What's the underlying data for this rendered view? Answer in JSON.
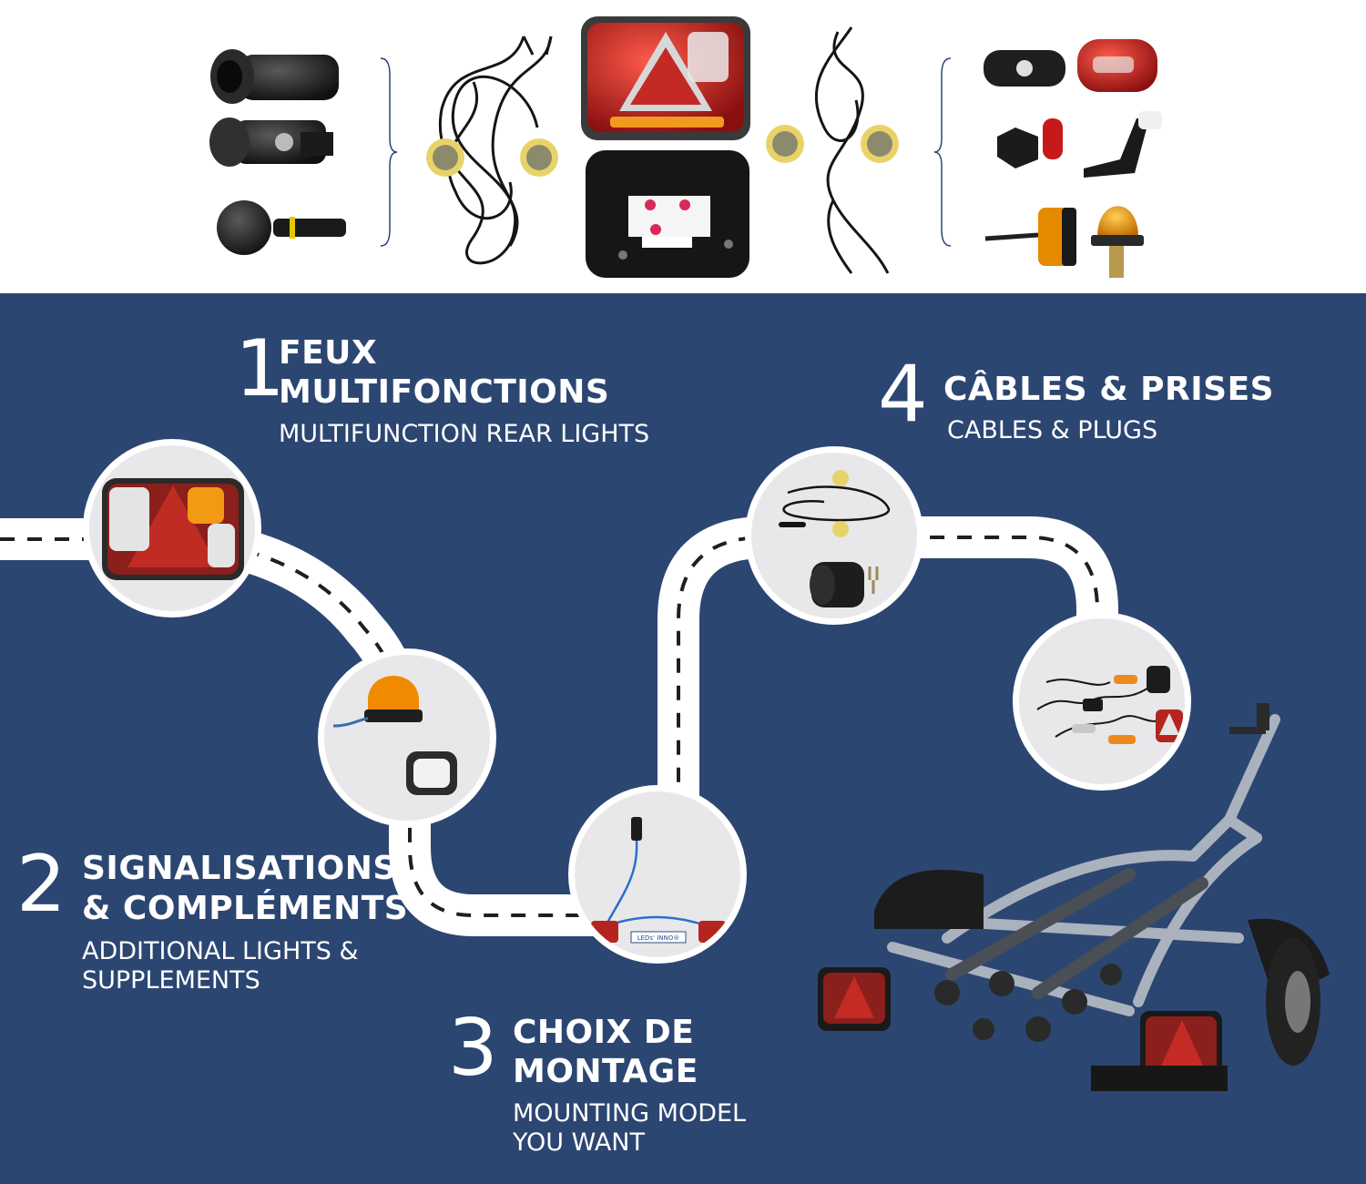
{
  "steps": [
    {
      "number": "1",
      "title_line1": "FEUX",
      "title_line2": "MULTIFONCTIONS",
      "subtitle_line1": "MULTIFUNCTION REAR LIGHTS",
      "subtitle_line2": ""
    },
    {
      "number": "2",
      "title_line1": "SIGNALISATIONS",
      "title_line2": "& COMPLÉMENTS",
      "subtitle_line1": "ADDITIONAL LIGHTS &",
      "subtitle_line2": "SUPPLEMENTS"
    },
    {
      "number": "3",
      "title_line1": "CHOIX DE",
      "title_line2": "MONTAGE",
      "subtitle_line1": "MOUNTING MODEL",
      "subtitle_line2": "YOU WANT"
    },
    {
      "number": "4",
      "title_line1": "CÂBLES & PRISES",
      "title_line2": "",
      "subtitle_line1": "CABLES & PLUGS",
      "subtitle_line2": ""
    }
  ],
  "product_labels": {
    "leds_inno_label": "LEDs' INNO®"
  },
  "colors": {
    "panel_background": "#2c4672",
    "road": "#ffffff",
    "road_dashes": "#1f1f1f",
    "light_red": "#c8231f",
    "light_amber": "#f0a020",
    "circle_fill": "#e8e8ea"
  },
  "icons": [
    "7-pin-plug-icon",
    "13-pin-plug-icon",
    "waterproof-socket-icon",
    "cable-harness-icon",
    "bayonet-connector-icon",
    "rear-light-icon",
    "rear-light-back-icon",
    "marker-light-icon",
    "side-marker-icon",
    "rotating-beacon-icon",
    "trailer-icon"
  ]
}
